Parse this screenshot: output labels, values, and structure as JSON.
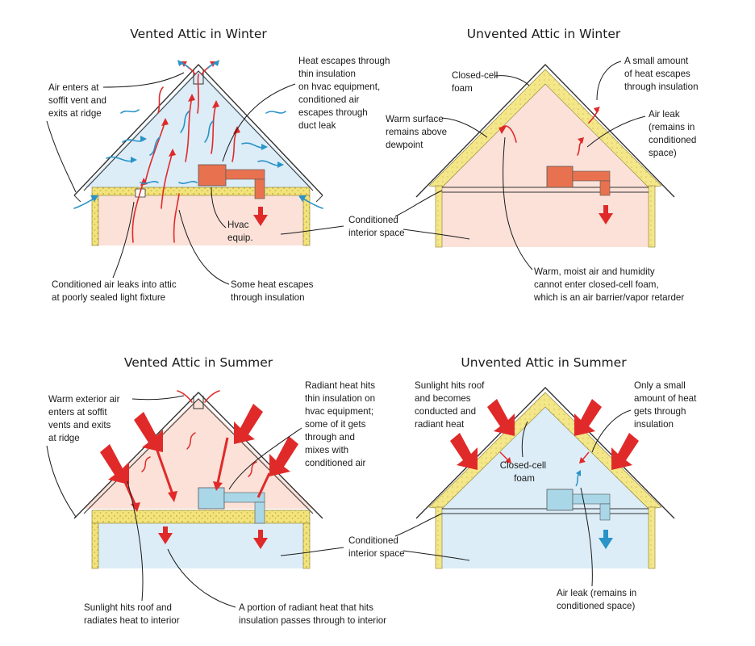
{
  "colors": {
    "warm_fill": "#fbe1d8",
    "cool_fill": "#dcedf7",
    "insulation": "#f2e37a",
    "heat_arrow": "#e02a2a",
    "air_arrow": "#2a93c8",
    "hvac_warm": "#e8724f",
    "hvac_cool": "#a9d7e8"
  },
  "panels": {
    "vw": {
      "title": "Vented Attic in Winter",
      "labels": {
        "air_enters": [
          "Air enters at",
          "soffit vent and",
          "exits at ridge"
        ],
        "heat_escapes": [
          "Heat escapes through",
          "thin insulation",
          "on hvac equipment,",
          "conditioned air",
          "escapes through",
          "duct leak"
        ],
        "hvac": [
          "Hvac",
          "equip."
        ],
        "conditioned_leak": [
          "Conditioned air leaks into attic",
          "at poorly sealed light fixture"
        ],
        "some_heat": [
          "Some heat escapes",
          "through insulation"
        ]
      }
    },
    "uw": {
      "title": "Unvented Attic in Winter",
      "labels": {
        "closed_cell": [
          "Closed-cell",
          "foam"
        ],
        "small_heat": [
          "A small amount",
          "of heat escapes",
          "through insulation"
        ],
        "air_leak": [
          "Air leak",
          "(remains in",
          "conditioned",
          "space)"
        ],
        "warm_surface": [
          "Warm surface",
          "remains above",
          "dewpoint"
        ],
        "moist_air": [
          "Warm, moist air and humidity",
          "cannot enter closed-cell foam,",
          "which is an air barrier/vapor retarder"
        ]
      }
    },
    "conditioned_top": [
      "Conditioned",
      "interior space"
    ],
    "vs": {
      "title": "Vented Attic in Summer",
      "labels": {
        "warm_exterior": [
          "Warm exterior air",
          "enters at soffit",
          "vents and exits",
          "at ridge"
        ],
        "radiant_hits": [
          "Radiant heat hits",
          "thin insulation on",
          "hvac equipment;",
          "some of it gets",
          "through and",
          "mixes with",
          "conditioned air"
        ],
        "sunlight_radiates": [
          "Sunlight hits roof and",
          "radiates heat to interior"
        ],
        "portion_radiant": [
          "A portion of radiant heat that hits",
          "insulation passes through to interior"
        ]
      }
    },
    "us": {
      "title": "Unvented Attic in Summer",
      "labels": {
        "sunlight_conducted": [
          "Sunlight hits roof",
          "and becomes",
          "conducted and",
          "radiant heat"
        ],
        "closed_cell": [
          "Closed-cell",
          "foam"
        ],
        "only_small": [
          "Only a small",
          "amount of heat",
          "gets through",
          "insulation"
        ],
        "air_leak": [
          "Air leak (remains in",
          "conditioned space)"
        ]
      }
    },
    "conditioned_bottom": [
      "Conditioned",
      "interior space"
    ]
  }
}
